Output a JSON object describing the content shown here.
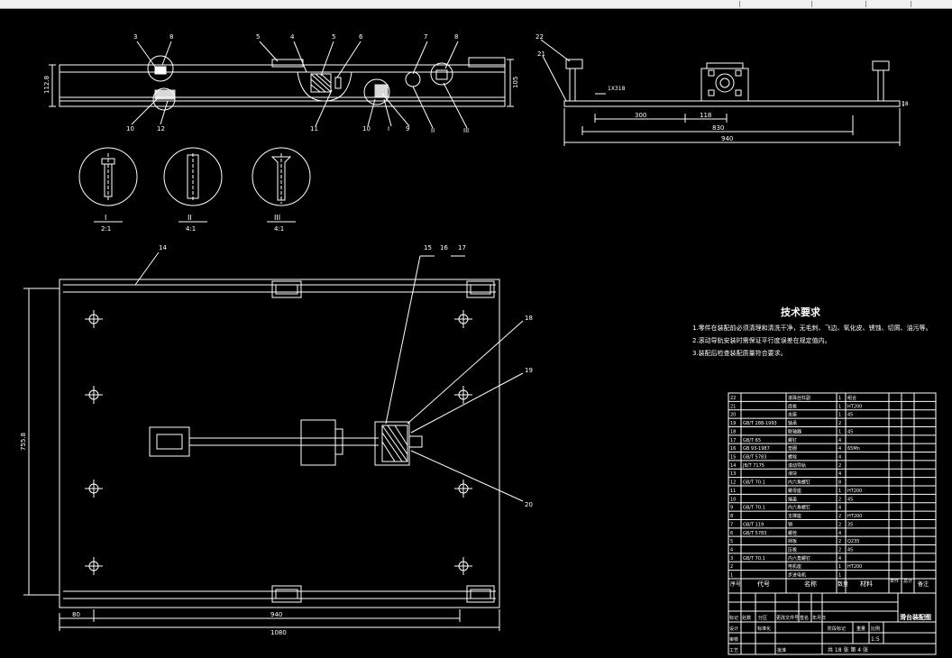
{
  "colors": {
    "background": "#000000",
    "line": "#ffffff",
    "dimension": "#ffffff",
    "titlebar": "#f0f0f0"
  },
  "balloons_top": [
    "3",
    "8",
    "5",
    "4",
    "5",
    "6",
    "7",
    "8"
  ],
  "balloons_bottom": [
    "10",
    "12",
    "11",
    "10",
    "I",
    "9",
    "II",
    "III"
  ],
  "detail_labels": [
    "I",
    "II",
    "III"
  ],
  "detail_scales": [
    "2:1",
    "4:1",
    "4:1"
  ],
  "dim_front_height": "112.8",
  "dim_front_right": "105",
  "side_view": {
    "balloons": [
      "22",
      "21"
    ],
    "gap_label": "1X318",
    "dims": [
      "300",
      "118",
      "830",
      "940"
    ],
    "right_dim": "18"
  },
  "plan_view": {
    "balloon_top": "14",
    "balloons_group": [
      "15",
      "16",
      "17"
    ],
    "balloons_right": [
      "18",
      "19",
      "20"
    ],
    "dim_height": "755.8",
    "dim_left": "80",
    "dim_inner": "940",
    "dim_total": "1080"
  },
  "tech_requirements": {
    "title": "技术要求",
    "items": [
      "1.零件在装配前必须清理和清洗干净，无毛刺、飞边、氧化皮、锈蚀、切屑、油污等。",
      "2.滚动导轨安装时需保证平行度误差在规定值内。",
      "3.装配后检查装配质量符合要求。"
    ]
  },
  "bom": {
    "rows": [
      [
        "22",
        "",
        "滚珠丝杠副",
        "1",
        "组合",
        ""
      ],
      [
        "21",
        "",
        "底板",
        "1",
        "HT200",
        ""
      ],
      [
        "20",
        "",
        "支座",
        "1",
        "45",
        ""
      ],
      [
        "19",
        "GB/T 288-1993",
        "轴承",
        "2",
        "",
        ""
      ],
      [
        "18",
        "",
        "联轴器",
        "1",
        "45",
        ""
      ],
      [
        "17",
        "GB/T 65",
        "螺钉",
        "4",
        "",
        ""
      ],
      [
        "16",
        "GB 93-1987",
        "垫圈",
        "4",
        "65Mn",
        ""
      ],
      [
        "15",
        "GB/T 5783",
        "螺栓",
        "4",
        "",
        ""
      ],
      [
        "14",
        "JB/T 7175",
        "滚动导轨",
        "2",
        "",
        ""
      ],
      [
        "13",
        "",
        "滑块",
        "4",
        "",
        ""
      ],
      [
        "12",
        "GB/T 70.1",
        "内六角螺钉",
        "8",
        "",
        ""
      ],
      [
        "11",
        "",
        "螺母座",
        "1",
        "HT200",
        ""
      ],
      [
        "10",
        "",
        "端盖",
        "2",
        "45",
        ""
      ],
      [
        "9",
        "GB/T 70.1",
        "内六角螺钉",
        "4",
        "",
        ""
      ],
      [
        "8",
        "",
        "支撑座",
        "2",
        "HT200",
        ""
      ],
      [
        "7",
        "GB/T 119",
        "销",
        "2",
        "35",
        ""
      ],
      [
        "6",
        "GB/T 5783",
        "螺栓",
        "4",
        "",
        ""
      ],
      [
        "5",
        "",
        "挡板",
        "2",
        "Q235",
        ""
      ],
      [
        "4",
        "",
        "压板",
        "2",
        "45",
        ""
      ],
      [
        "3",
        "GB/T 70.1",
        "内六角螺钉",
        "4",
        "",
        ""
      ],
      [
        "2",
        "",
        "电机座",
        "1",
        "HT200",
        ""
      ],
      [
        "1",
        "",
        "步进电机",
        "1",
        "",
        ""
      ]
    ],
    "header": [
      "序号",
      "代号",
      "名称",
      "数量",
      "材料",
      "单件",
      "总计",
      "备注"
    ]
  },
  "title_block": {
    "drawing_title": "滑台装配图",
    "labels": [
      "标记",
      "处数",
      "分区",
      "更改文件号",
      "签名",
      "年月日",
      "设计",
      "审核",
      "工艺",
      "标准化",
      "批准",
      "阶段标记",
      "重量",
      "比例"
    ],
    "scale": "1:5",
    "sheet_info": "共 18 张  第 4 张"
  }
}
